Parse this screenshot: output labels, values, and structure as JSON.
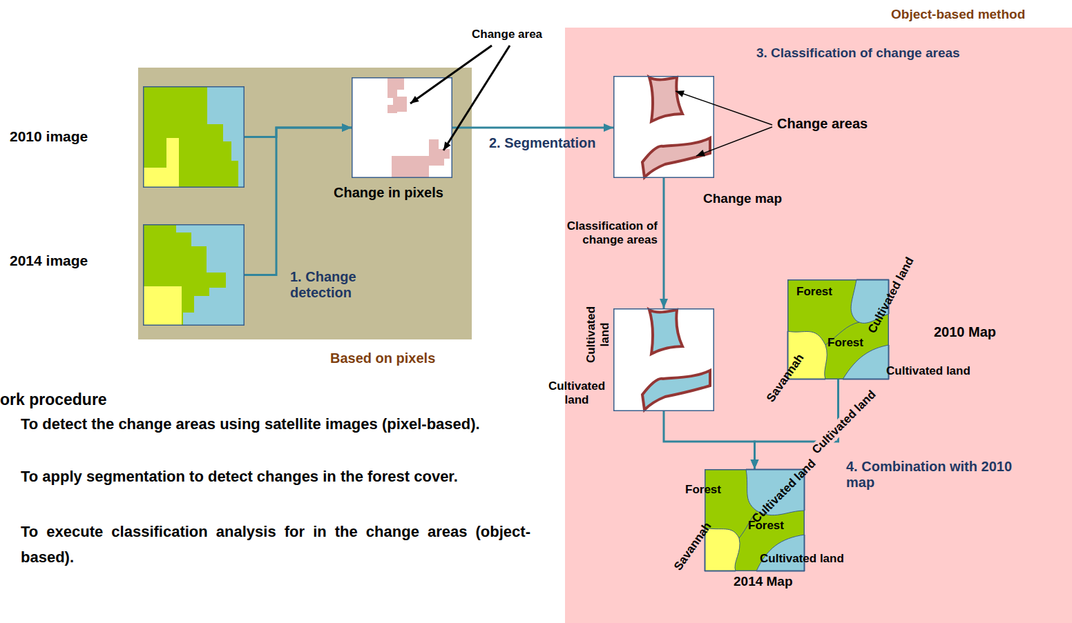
{
  "diagram": {
    "nodes": [
      {
        "text": [
          "Based on pixels"
        ]
      },
      {
        "text": [
          "Object-based method"
        ]
      },
      {
        "text": [
          "2010 image"
        ],
        "in": 0
      },
      {
        "text": [
          "2014 image"
        ],
        "in": 0
      },
      {
        "text": [
          "Change in pixels"
        ],
        "in": 0
      },
      {
        "text": [
          "Change map"
        ],
        "in": 1
      },
      {
        "text": [
          "Cultivated land",
          "Cultivated land"
        ],
        "in": 1
      },
      {
        "text": [
          "Forest",
          "Cultivated land",
          "Forest",
          "Savannah",
          "Cultivated land",
          "2010 Map"
        ],
        "in": 1
      },
      {
        "text": [
          "Forest",
          "Cultivated land",
          "Forest",
          "Cultivated land",
          "Savannah",
          "2014 Map"
        ],
        "in": 1
      }
    ],
    "edges": [
      {
        "from": 2,
        "to": 4,
        "arrow": "to"
      },
      {
        "from": 3,
        "to": 4,
        "label": "1. Change detection",
        "arrow": "to"
      },
      {
        "from": 4,
        "to": 5,
        "label": "2. Segmentation",
        "arrow": "to"
      },
      {
        "from": 5,
        "to": 6,
        "label": "Classification of change areas",
        "arrow": "to"
      },
      {
        "from": 6,
        "to": 8,
        "arrow": "to"
      },
      {
        "from": 7,
        "to": 8,
        "label": "4. Combination with 2010 map",
        "arrow": "to"
      }
    ],
    "labels": [
      "Change area",
      "3. Classification of change areas",
      "Change areas",
      "Cultivated land",
      "ork procedure",
      "To detect the change areas using satellite images (pixel-based).",
      "To apply segmentation to detect changes in the forest cover.",
      "To execute classification analysis for in the change areas (object-based)."
    ]
  }
}
